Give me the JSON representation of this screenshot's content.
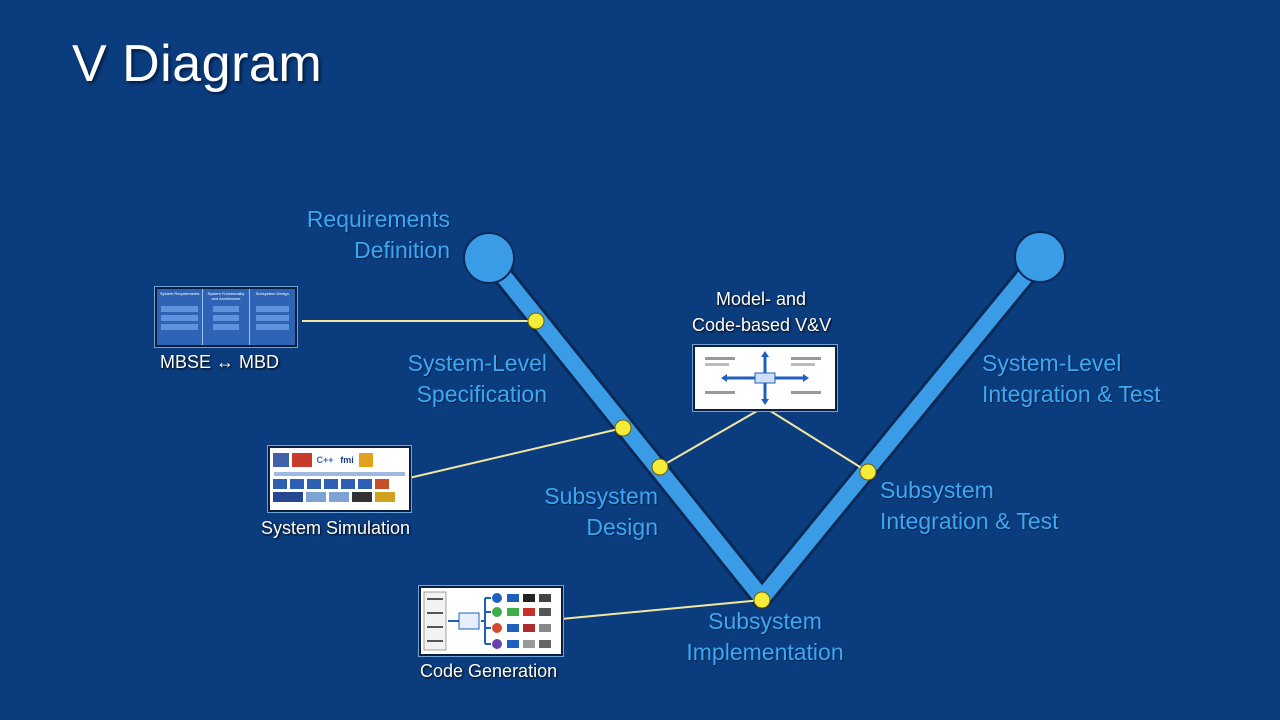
{
  "title": "V Diagram",
  "v_labels": {
    "requirements": [
      "Requirements",
      "Definition"
    ],
    "system_spec": [
      "System-Level",
      "Specification"
    ],
    "subsystem_design": [
      "Subsystem",
      "Design"
    ],
    "subsystem_impl": [
      "Subsystem",
      "Implementation"
    ],
    "subsystem_integ": [
      "Subsystem",
      "Integration & Test"
    ],
    "system_integ": [
      "System-Level",
      "Integration & Test"
    ]
  },
  "tools": {
    "mbse": "MBSE ↔ MBD",
    "vv_line1": "Model- and",
    "vv_line2": "Code-based V&V",
    "simulation": "System Simulation",
    "codegen": "Code Generation"
  },
  "mbse_thumb": {
    "headers": [
      "System Requirements",
      "System Functionality and Architecture",
      "Subsystem Design"
    ]
  },
  "sim_thumb": {
    "logos": [
      "C++",
      "fmi"
    ]
  },
  "colors": {
    "background": "#0b3d7e",
    "v_shape": "#3a9be6",
    "label": "#3fa7f2",
    "dot": "#f5ec3a",
    "connector": "#f3e6a0"
  }
}
